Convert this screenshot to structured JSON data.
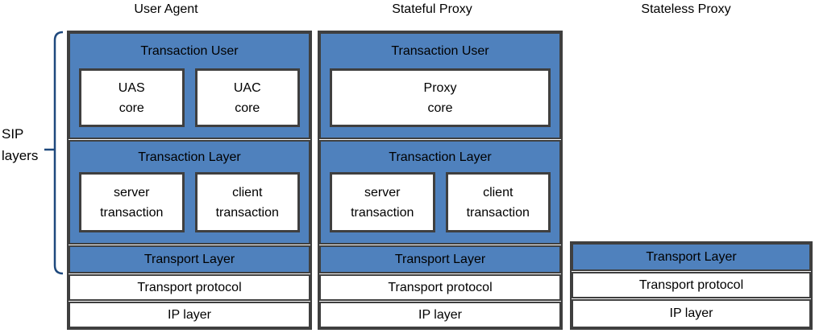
{
  "colors": {
    "layer_blue": "#4f81bd",
    "border_dark": "#3f3f3f",
    "bracket_navy": "#1f497d",
    "background": "#ffffff"
  },
  "side_label": {
    "line1": "SIP",
    "line2": "layers"
  },
  "columns": [
    {
      "title": "User Agent",
      "transaction_user": {
        "label": "Transaction User",
        "cores": [
          {
            "line1": "UAS",
            "line2": "core"
          },
          {
            "line1": "UAC",
            "line2": "core"
          }
        ]
      },
      "transaction_layer": {
        "label": "Transaction Layer",
        "cells": [
          {
            "line1": "server",
            "line2": "transaction"
          },
          {
            "line1": "client",
            "line2": "transaction"
          }
        ]
      },
      "transport_layer": "Transport Layer",
      "transport_protocol": "Transport protocol",
      "ip_layer": "IP layer"
    },
    {
      "title": "Stateful Proxy",
      "transaction_user": {
        "label": "Transaction User",
        "cores": [
          {
            "line1": "Proxy",
            "line2": "core"
          }
        ]
      },
      "transaction_layer": {
        "label": "Transaction Layer",
        "cells": [
          {
            "line1": "server",
            "line2": "transaction"
          },
          {
            "line1": "client",
            "line2": "transaction"
          }
        ]
      },
      "transport_layer": "Transport Layer",
      "transport_protocol": "Transport protocol",
      "ip_layer": "IP layer"
    },
    {
      "title": "Stateless Proxy",
      "transport_layer": "Transport Layer",
      "transport_protocol": "Transport protocol",
      "ip_layer": "IP layer"
    }
  ]
}
